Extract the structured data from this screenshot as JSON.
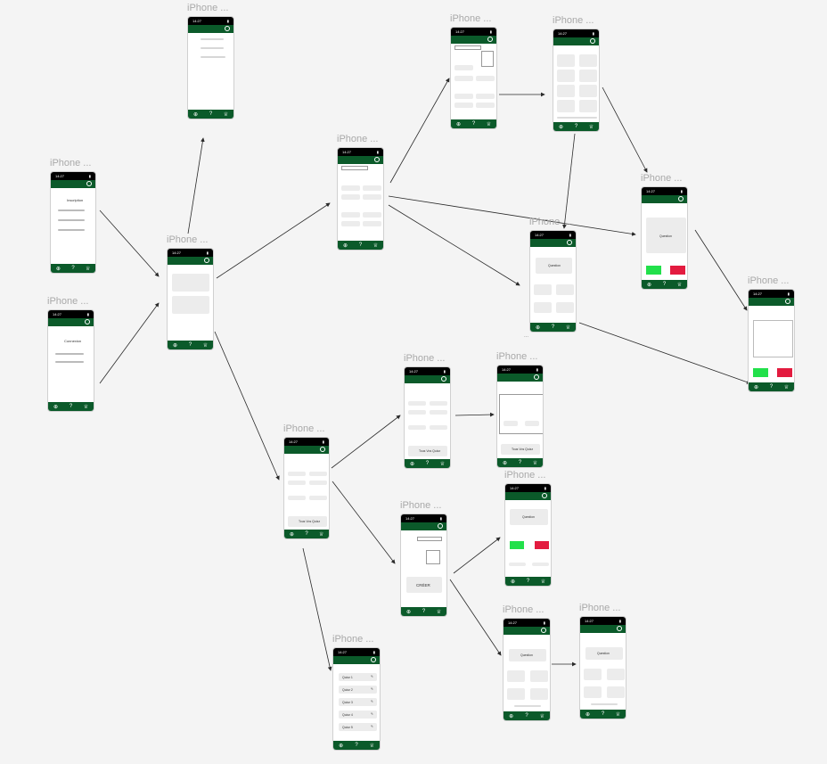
{
  "frame_title": "iPhone ...",
  "status_time": "14:27",
  "nav_icons": [
    "add-circle-icon",
    "help-icon",
    "trophy-icon"
  ],
  "texts": {
    "inscription": "Inscription",
    "connexion": "Connexion",
    "creer": "CRÉER",
    "tous_quizz": "Tous Vos Quizz",
    "question": "Question",
    "quizz_1": "Quizz 1",
    "quizz_2": "Quizz 2",
    "quizz_3": "Quizz 3",
    "quizz_4": "Quizz 4",
    "quizz_5": "Quizz 5",
    "dots": "..."
  },
  "colors": {
    "bar_green": "#0b5a2a",
    "true_green": "#22e04b",
    "false_red": "#e31b3f",
    "edge": "#2a2a2a",
    "title_gray": "#a9a9a9"
  }
}
